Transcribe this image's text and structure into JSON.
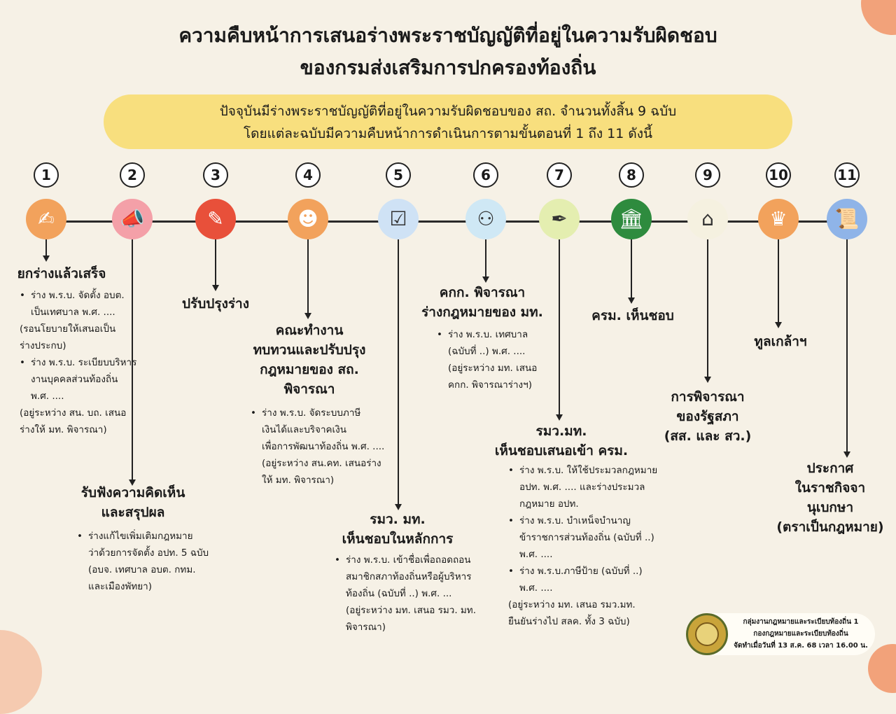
{
  "title": {
    "line1": "ความคืบหน้าการเสนอร่างพระราชบัญญัติที่อยู่ในความรับผิดชอบ",
    "line2": "ของกรมส่งเสริมการปกครองท้องถิ่น"
  },
  "banner": {
    "line1": "ปัจจุบันมีร่างพระราชบัญญัติที่อยู่ในความรับผิดชอบของ สถ. จำนวนทั้งสิ้น 9 ฉบับ",
    "line2": "โดยแต่ละฉบับมีความคืบหน้าการดำเนินการตามขั้นตอนที่ 1 ถึง 11 ดังนี้"
  },
  "steps": [
    {
      "num": "1",
      "icon": "pen-signing-icon",
      "color": "#f2a25c",
      "heading": "ยกร่างแล้วเสร็จ",
      "items": [
        {
          "text": "ร่าง พ.ร.บ. จัดตั้ง อบต.\nเป็นเทศบาล พ.ศ. ....",
          "bullet": true
        },
        {
          "text": "(รอนโยบายให้เสนอเป็น\nร่างประกบ)",
          "bullet": false
        },
        {
          "text": "ร่าง พ.ร.บ. ระเบียบบริหาร\nงานบุคคลส่วนท้องถิ่น\nพ.ศ. ....",
          "bullet": true
        },
        {
          "text": "(อยู่ระหว่าง สน. บถ. เสนอ\nร่างให้ มท. พิจารณา)",
          "bullet": false
        }
      ]
    },
    {
      "num": "2",
      "icon": "megaphone-icon",
      "color": "#f4a0a8",
      "heading": "รับฟังความคิดเห็น\nและสรุปผล",
      "items": [
        {
          "text": "ร่างแก้ไขเพิ่มเติมกฎหมาย\nว่าด้วยการจัดตั้ง อปท. 5 ฉบับ\n(อบจ. เทศบาล อบต. กทม.\nและเมืองพัทยา)",
          "bullet": true
        }
      ]
    },
    {
      "num": "3",
      "icon": "document-edit-icon",
      "color": "#e8503a",
      "heading": "ปรับปรุงร่าง",
      "items": []
    },
    {
      "num": "4",
      "icon": "team-meeting-icon",
      "color": "#f2a25c",
      "heading": "คณะทำงาน\nทบทวนและปรับปรุง\nกฎหมายของ สถ.\nพิจารณา",
      "items": [
        {
          "text": "ร่าง พ.ร.บ. จัดระบบภาษี\nเงินได้และบริจาคเงิน\nเพื่อการพัฒนาท้องถิ่น พ.ศ. ....\n(อยู่ระหว่าง สน.คท. เสนอร่าง\nให้ มท. พิจารณา)",
          "bullet": true
        }
      ]
    },
    {
      "num": "5",
      "icon": "approval-icon",
      "color": "#cfe2f5",
      "heading": "รมว. มท.\nเห็นชอบในหลักการ",
      "items": [
        {
          "text": "ร่าง พ.ร.บ. เข้าชื่อเพื่อถอดถอน\nสมาชิกสภาท้องถิ่นหรือผู้บริหาร\nท้องถิ่น (ฉบับที่ ..) พ.ศ. ...\n(อยู่ระหว่าง มท. เสนอ รมว. มท.\nพิจารณา)",
          "bullet": true
        }
      ]
    },
    {
      "num": "6",
      "icon": "committee-table-icon",
      "color": "#cfe8f5",
      "heading": "คกก. พิจารณา\nร่างกฎหมายของ มท.",
      "items": [
        {
          "text": "ร่าง พ.ร.บ. เทศบาล\n(ฉบับที่ ..) พ.ศ. ....\n(อยู่ระหว่าง มท. เสนอ\nคกก. พิจารณาร่างฯ)",
          "bullet": true
        }
      ]
    },
    {
      "num": "7",
      "icon": "signature-icon",
      "color": "#e4eeb0",
      "heading": "รมว.มท.\nเห็นชอบเสนอเข้า ครม.",
      "items": [
        {
          "text": "ร่าง พ.ร.บ. ให้ใช้ประมวลกฎหมาย\nอปท. พ.ศ. .... และร่างประมวล\nกฎหมาย อปท.",
          "bullet": true
        },
        {
          "text": "ร่าง พ.ร.บ. บำเหน็จบำนาญ\nข้าราชการส่วนท้องถิ่น (ฉบับที่ ..)\nพ.ศ. ....",
          "bullet": true
        },
        {
          "text": "ร่าง พ.ร.บ.ภาษีป้าย (ฉบับที่ ..)\nพ.ศ. ....",
          "bullet": true
        },
        {
          "text": "(อยู่ระหว่าง มท. เสนอ รมว.มท.\nยืนยันร่างไป สลค. ทั้ง 3 ฉบับ)",
          "bullet": false
        }
      ]
    },
    {
      "num": "8",
      "icon": "government-building-icon",
      "color": "#2e8b3e",
      "heading": "ครม. เห็นชอบ",
      "items": []
    },
    {
      "num": "9",
      "icon": "parliament-dome-icon",
      "color": "#f5f1e0",
      "heading": "การพิจารณา\nของรัฐสภา\n(สส. และ สว.)",
      "items": []
    },
    {
      "num": "10",
      "icon": "crown-icon",
      "color": "#f2a25c",
      "heading": "ทูลเกล้าฯ",
      "items": []
    },
    {
      "num": "11",
      "icon": "royal-scroll-icon",
      "color": "#8fb4e8",
      "heading": "ประกาศ\nในราชกิจจา\nนุเบกษา\n(ตราเป็นกฎหมาย)",
      "items": []
    }
  ],
  "credit": {
    "line1": "กลุ่มงานกฎหมายและระเบียบท้องถิ่น 1",
    "line2": "กองกฎหมายและระเบียบท้องถิ่น",
    "line3": "จัดทำเมื่อวันที่ 13 ส.ค. 68 เวลา 16.00 น."
  }
}
